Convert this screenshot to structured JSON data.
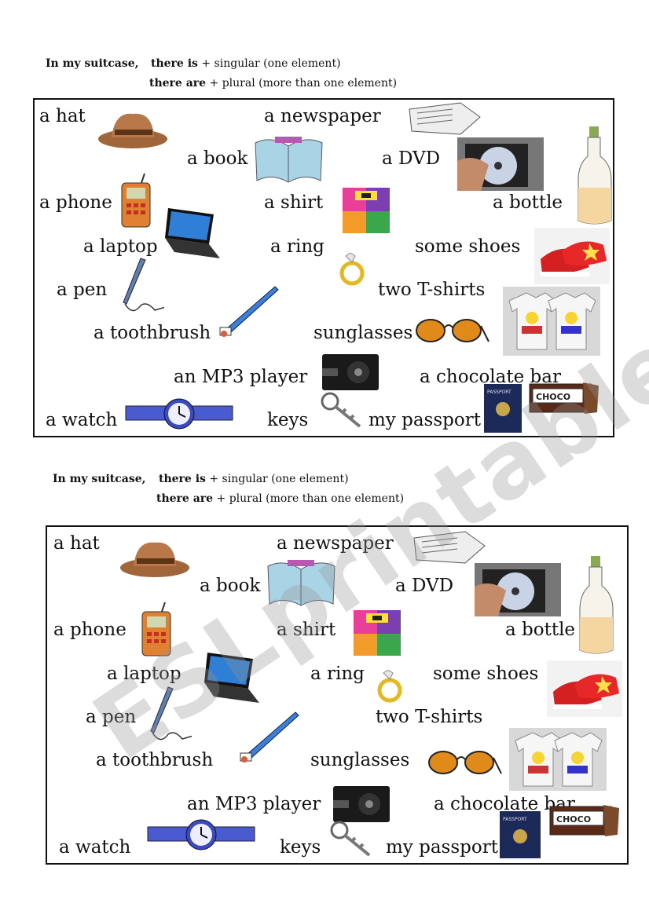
{
  "header": {
    "intro": "In my suitcase,",
    "is_bold": "there is",
    "is_rest": " + singular (one element)",
    "are_bold": "there are",
    "are_rest": " + plural  (more than one element)"
  },
  "words": {
    "hat": "a hat",
    "newspaper": "a newspaper",
    "book": "a book",
    "dvd": "a DVD",
    "phone": "a phone",
    "shirt": "a shirt",
    "bottle": "a bottle",
    "laptop": "a laptop",
    "ring": "a ring",
    "shoes": "some shoes",
    "pen": "a pen",
    "tshirts": "two T-shirts",
    "toothbrush": "a toothbrush",
    "sunglasses": "sunglasses",
    "mp3": "an MP3 player",
    "chocolate": "a chocolate bar",
    "watch": "a watch",
    "keys": "keys",
    "passport": "my passport"
  },
  "labels": {
    "chocolate_wrapper": "CHOCO",
    "passport_cover": "PASSPORT"
  },
  "watermark": "ESLprintables.com"
}
